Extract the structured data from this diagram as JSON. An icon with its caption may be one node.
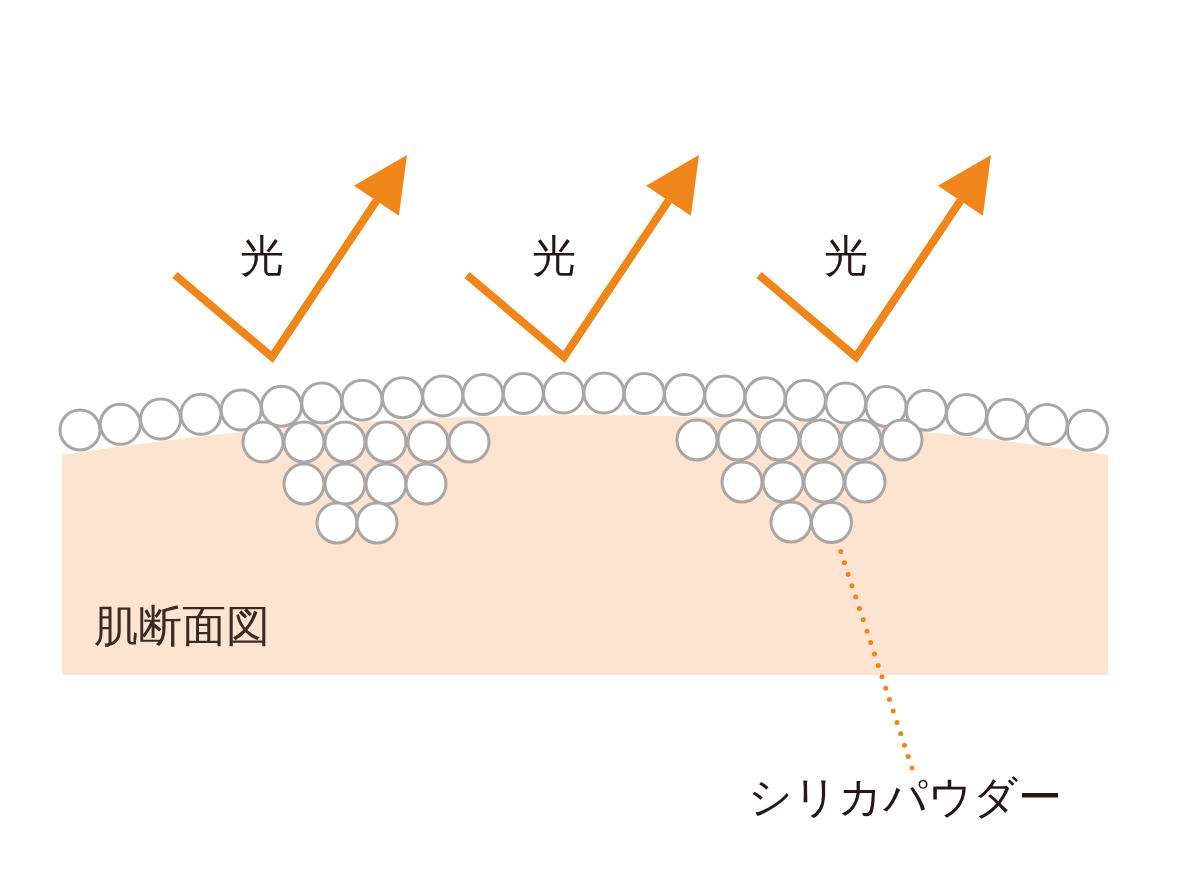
{
  "diagram": {
    "nodes": [
      {
        "text": [
          "肌断面図"
        ]
      },
      {
        "text": [
          "シリカパウダー"
        ]
      },
      {
        "text": [],
        "shape": "circle",
        "in": 0
      }
    ],
    "edges": [
      {
        "from": 1,
        "to": 2,
        "arrow": "none",
        "style": "dashed"
      }
    ],
    "labels": [
      "光",
      "光",
      "光"
    ]
  }
}
